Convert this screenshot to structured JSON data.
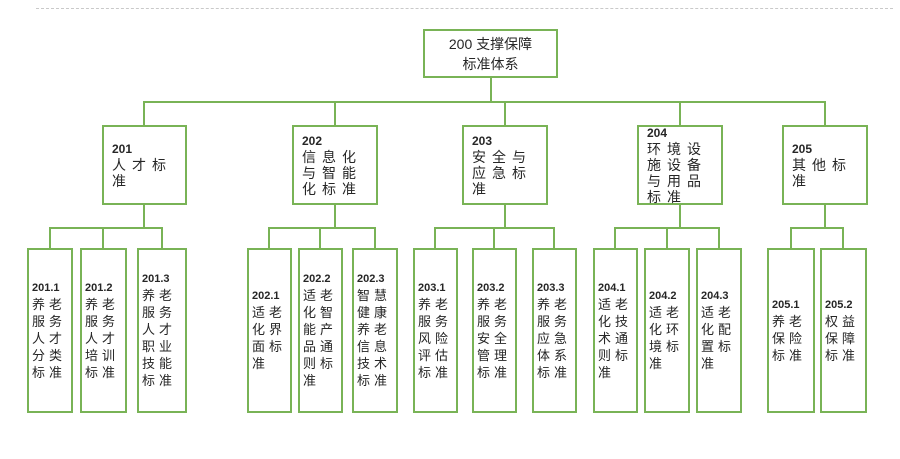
{
  "diagram": {
    "root": {
      "lines": [
        "200 支撑保障",
        "标准体系"
      ]
    },
    "branches": [
      {
        "id": "201",
        "title": "人才标准",
        "children": [
          {
            "id": "201.1",
            "title": "养老服务人才分类标准"
          },
          {
            "id": "201.2",
            "title": "养老服务人才培训标准"
          },
          {
            "id": "201.3",
            "title": "养老服务人才职业技能标准"
          }
        ]
      },
      {
        "id": "202",
        "title": "信息化与智能化标准",
        "children": [
          {
            "id": "202.1",
            "title": "适老化界面标准"
          },
          {
            "id": "202.2",
            "title": "适老化智能产品通则标准"
          },
          {
            "id": "202.3",
            "title": "智慧健康养老信息技术标准"
          }
        ]
      },
      {
        "id": "203",
        "title": "安全与应急标准",
        "children": [
          {
            "id": "203.1",
            "title": "养老服务风险评估标准"
          },
          {
            "id": "203.2",
            "title": "养老服务安全管理标准"
          },
          {
            "id": "203.3",
            "title": "养老服务应急体系标准"
          }
        ]
      },
      {
        "id": "204",
        "title": "环境设施设备与用品标准",
        "children": [
          {
            "id": "204.1",
            "title": "适老化技术通则标准"
          },
          {
            "id": "204.2",
            "title": "适老化环境标准"
          },
          {
            "id": "204.3",
            "title": "适老化配置标准"
          }
        ]
      },
      {
        "id": "205",
        "title": "其他标准",
        "children": [
          {
            "id": "205.1",
            "title": "养老保险标准"
          },
          {
            "id": "205.2",
            "title": "权益保障标准"
          }
        ]
      }
    ],
    "colors": {
      "connector_green": "#79b356",
      "text": "#262626",
      "page_break_gray": "#c9c9c9"
    }
  }
}
